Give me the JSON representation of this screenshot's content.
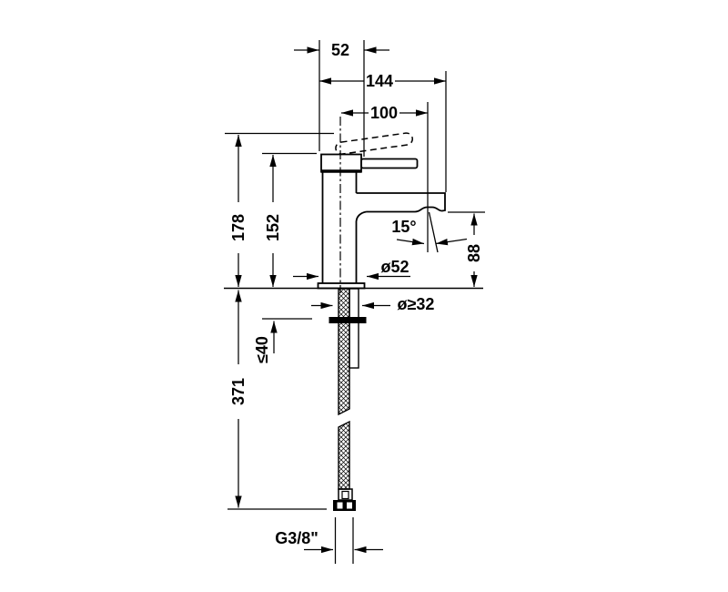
{
  "meta": {
    "type": "technical-drawing",
    "subject": "Single-lever basin mixer faucet, side elevation with installation dimensions"
  },
  "colors": {
    "ink": "#000000",
    "background": "#ffffff"
  },
  "labels": {
    "cap_width": "52",
    "overall_depth": "144",
    "spout_reach": "100",
    "height_open_lever": "178",
    "body_height": "152",
    "stream_angle": "15°",
    "outlet_height": "88",
    "body_diameter": "ø52",
    "mounting_hole_diameter": "ø≥32",
    "max_mounting_thickness": "≤40",
    "below_deck_length": "371",
    "supply_thread": "G3/8\""
  }
}
